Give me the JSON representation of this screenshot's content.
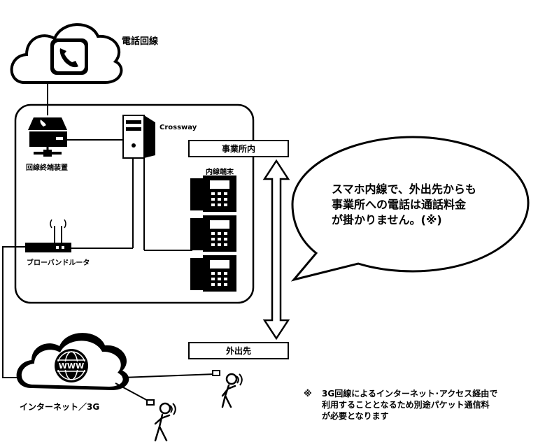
{
  "labels": {
    "phone_line": "電話回線",
    "crossway": "Crossway",
    "terminal_device": "回線終端装置",
    "office_inside": "事業所内",
    "extension_terminal": "内線端末",
    "router": "ブローバンドルータ",
    "outside": "外出先",
    "internet": "インターネット／3G"
  },
  "bubble": {
    "line1": "スマホ内線で、外出先からも",
    "line2": "事業所への電話は通話料金",
    "line3": "が掛かりません。(※)"
  },
  "note": {
    "mark": "※",
    "line1": "3G回線によるインターネット･アクセス経由で",
    "line2": "利用することとなるため別途パケット通信料",
    "line3": "が必要となります"
  },
  "icons": {
    "cloud_top": "cloud-icon",
    "phone": "phone-icon",
    "www": "www-globe-icon",
    "server": "server-icon",
    "router": "router-icon",
    "desk_phone": "desk-phone-icon",
    "person": "person-with-phone-icon"
  }
}
